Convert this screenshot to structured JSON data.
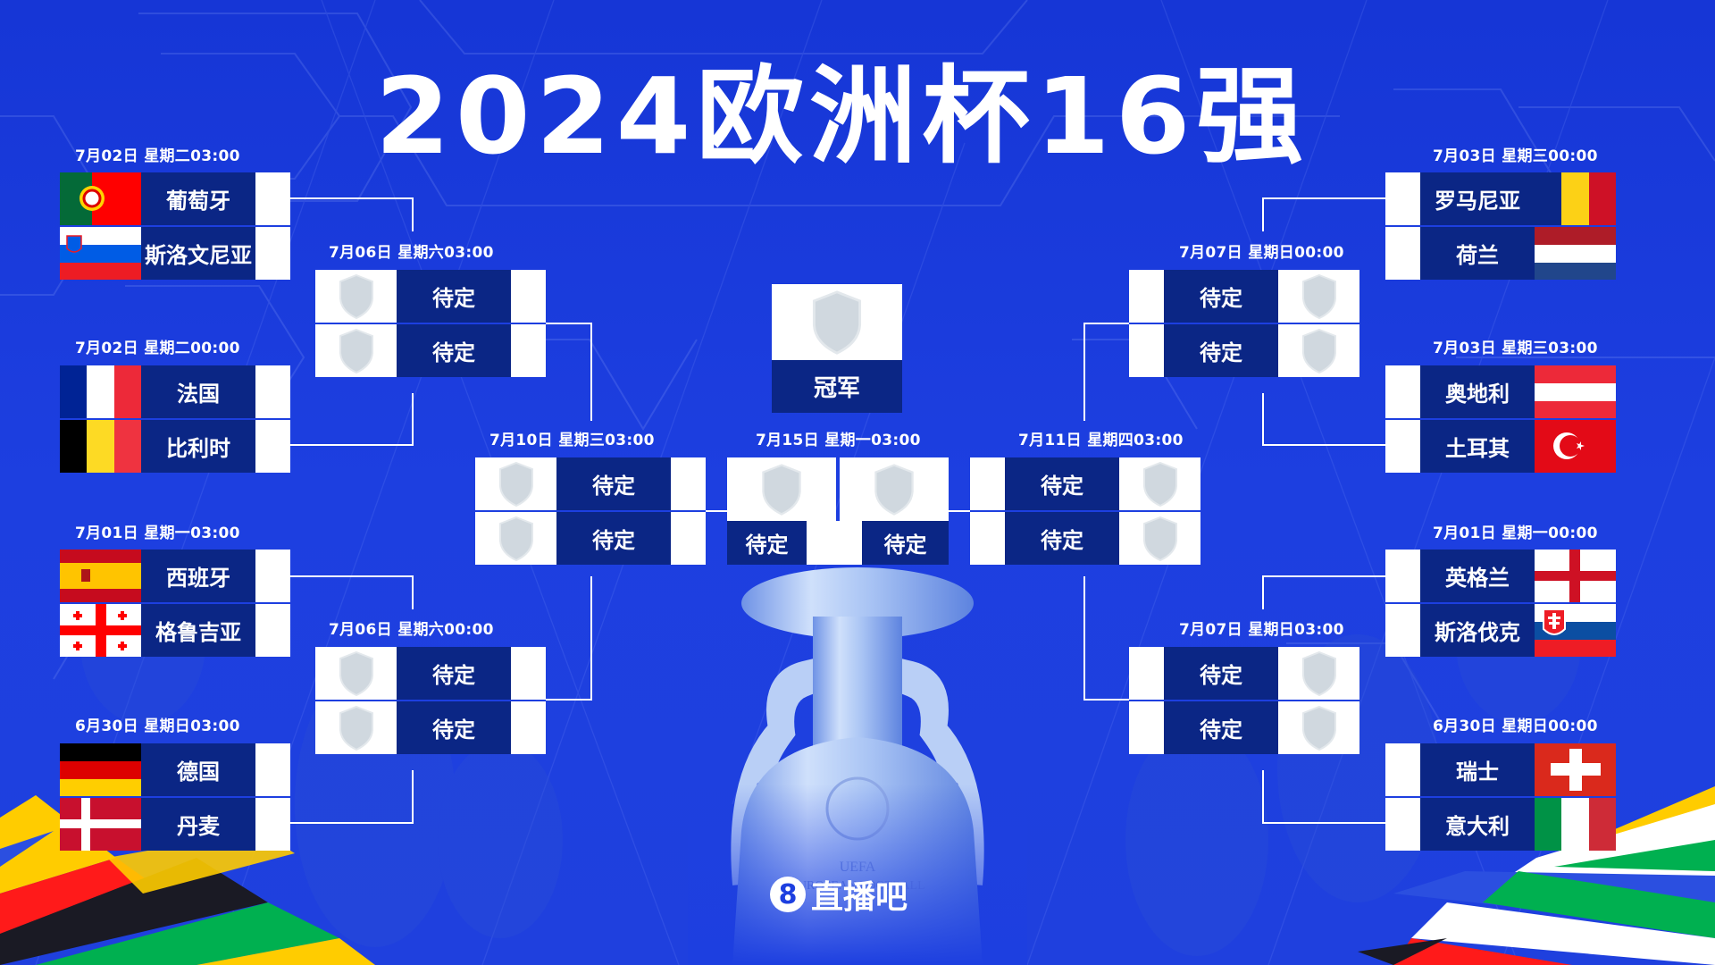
{
  "title": "2024欧洲杯16强",
  "colors": {
    "background": "#1d3fe0",
    "name_cell": "#0b2685",
    "score_cell": "#ffffff",
    "connector": "#ffffff",
    "shield": "#d0d8df"
  },
  "round_of_16": {
    "left": [
      {
        "date": "7月02日 星期二03:00",
        "teams": [
          {
            "name": "葡萄牙",
            "flag": "portugal"
          },
          {
            "name": "斯洛文尼亚",
            "flag": "slovenia"
          }
        ]
      },
      {
        "date": "7月02日 星期二00:00",
        "teams": [
          {
            "name": "法国",
            "flag": "france"
          },
          {
            "name": "比利时",
            "flag": "belgium"
          }
        ]
      },
      {
        "date": "7月01日 星期一03:00",
        "teams": [
          {
            "name": "西班牙",
            "flag": "spain"
          },
          {
            "name": "格鲁吉亚",
            "flag": "georgia"
          }
        ]
      },
      {
        "date": "6月30日 星期日03:00",
        "teams": [
          {
            "name": "德国",
            "flag": "germany"
          },
          {
            "name": "丹麦",
            "flag": "denmark"
          }
        ]
      }
    ],
    "right": [
      {
        "date": "7月03日 星期三00:00",
        "teams": [
          {
            "name": "罗马尼亚",
            "flag": "romania"
          },
          {
            "name": "荷兰",
            "flag": "netherlands"
          }
        ]
      },
      {
        "date": "7月03日 星期三03:00",
        "teams": [
          {
            "name": "奥地利",
            "flag": "austria"
          },
          {
            "name": "土耳其",
            "flag": "turkey"
          }
        ]
      },
      {
        "date": "7月01日 星期一00:00",
        "teams": [
          {
            "name": "英格兰",
            "flag": "england"
          },
          {
            "name": "斯洛伐克",
            "flag": "slovakia"
          }
        ]
      },
      {
        "date": "6月30日 星期日00:00",
        "teams": [
          {
            "name": "瑞士",
            "flag": "switzerland"
          },
          {
            "name": "意大利",
            "flag": "italy"
          }
        ]
      }
    ]
  },
  "quarter_finals": {
    "left": [
      {
        "date": "7月06日 星期六03:00",
        "teams": [
          "待定",
          "待定"
        ]
      },
      {
        "date": "7月06日 星期六00:00",
        "teams": [
          "待定",
          "待定"
        ]
      }
    ],
    "right": [
      {
        "date": "7月07日 星期日00:00",
        "teams": [
          "待定",
          "待定"
        ]
      },
      {
        "date": "7月07日 星期日03:00",
        "teams": [
          "待定",
          "待定"
        ]
      }
    ]
  },
  "semi_finals": {
    "left": {
      "date": "7月10日 星期三03:00",
      "teams": [
        "待定",
        "待定"
      ]
    },
    "right": {
      "date": "7月11日 星期四03:00",
      "teams": [
        "待定",
        "待定"
      ]
    }
  },
  "final": {
    "date": "7月15日 星期一03:00",
    "teams": [
      "待定",
      "待定"
    ]
  },
  "champion": {
    "label": "冠军"
  },
  "brand": {
    "icon": "8",
    "name": "直播吧"
  },
  "trophy_text": {
    "line1": "UEFA",
    "line2": "EUROPEAN FOOTBALL"
  }
}
